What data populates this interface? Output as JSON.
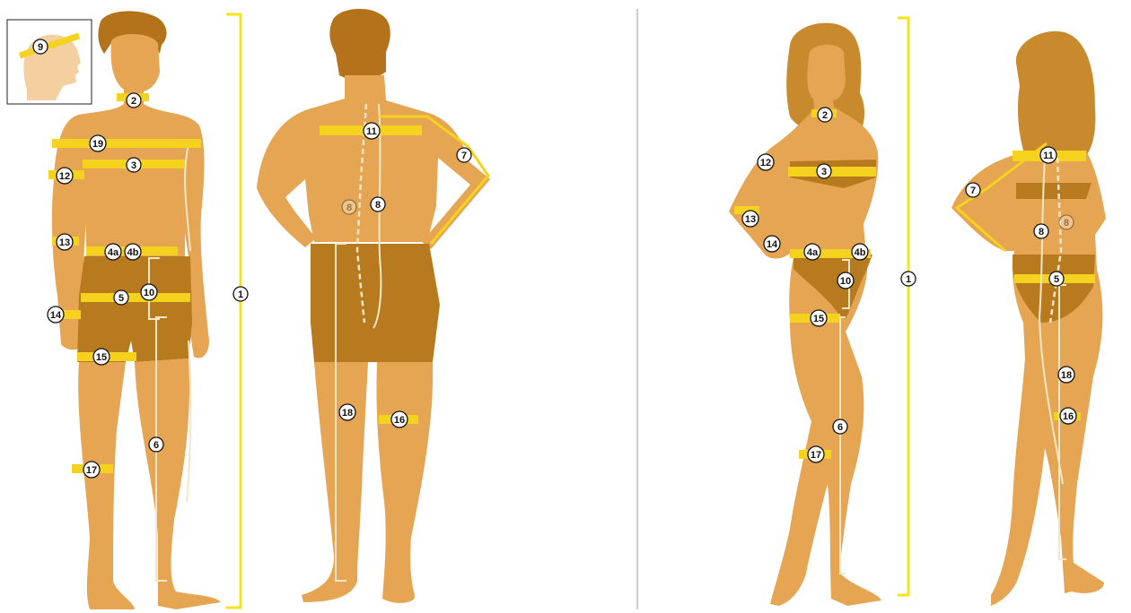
{
  "colors": {
    "skin": "#E5A553",
    "skin_dark": "#C98A2E",
    "shorts": "#B87A1E",
    "hair": "#B4721B",
    "tape": "#F4D21E",
    "height_bracket": "#F7E31B",
    "seam": "#F6E6C8",
    "divider": "#999999",
    "head_icon_skin": "#F4CFA0"
  },
  "figures": [
    {
      "id": "male-front",
      "labels": [
        "9",
        "2",
        "19",
        "3",
        "12",
        "13",
        "4a",
        "4b",
        "10",
        "5",
        "14",
        "15",
        "6",
        "17",
        "1"
      ]
    },
    {
      "id": "male-back",
      "labels": [
        "11",
        "7",
        "8",
        "8",
        "18",
        "16"
      ]
    },
    {
      "id": "female-front",
      "labels": [
        "2",
        "12",
        "3",
        "13",
        "14",
        "4a",
        "4b",
        "10",
        "15",
        "6",
        "17",
        "1"
      ]
    },
    {
      "id": "female-back",
      "labels": [
        "11",
        "7",
        "8",
        "8",
        "5",
        "18",
        "16"
      ]
    }
  ],
  "labels": {
    "m9": "9",
    "m2": "2",
    "m19": "19",
    "m3": "3",
    "m12": "12",
    "m13": "13",
    "m4a": "4a",
    "m4b": "4b",
    "m10": "10",
    "m5": "5",
    "m14": "14",
    "m15": "15",
    "m6": "6",
    "m17": "17",
    "m1": "1",
    "mb11": "11",
    "mb7": "7",
    "mb8": "8",
    "mb8f": "8",
    "mb18": "18",
    "mb16": "16",
    "f2": "2",
    "f12": "12",
    "f3": "3",
    "f13": "13",
    "f14": "14",
    "f4a": "4a",
    "f4b": "4b",
    "f10": "10",
    "f15": "15",
    "f6": "6",
    "f17": "17",
    "f1": "1",
    "fb11": "11",
    "fb7": "7",
    "fb8": "8",
    "fb8f": "8",
    "fb5": "5",
    "fb18": "18",
    "fb16": "16"
  }
}
